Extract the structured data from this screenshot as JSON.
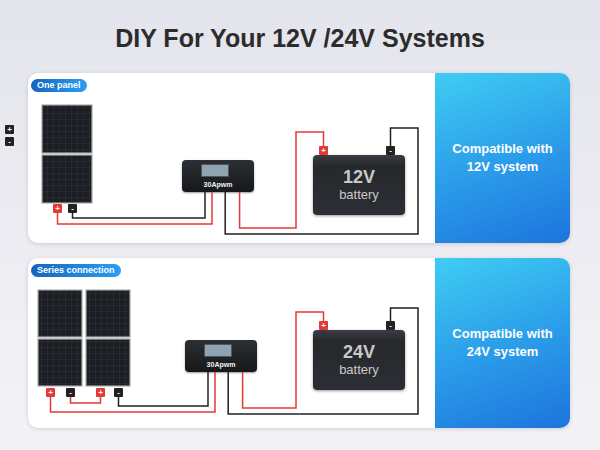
{
  "diagram": {
    "title": "DIY For Your 12V /24V Systems",
    "nodes": [
      {
        "text": [
          "One panel"
        ]
      },
      {
        "text": [
          "30Apwm"
        ],
        "in": 0
      },
      {
        "text": [
          "12V",
          "battery"
        ],
        "in": 0
      },
      {
        "text": [
          "Compatible with 12V system"
        ],
        "in": 0
      },
      {
        "text": [
          "Series connection"
        ]
      },
      {
        "text": [
          "30Apwm"
        ],
        "in": 4
      },
      {
        "text": [
          "24V",
          "battery"
        ],
        "in": 4
      },
      {
        "text": [
          "Compatible with 24V system"
        ],
        "in": 4
      }
    ],
    "edges": [
      {
        "from": 1,
        "to": 2,
        "arrow": "none"
      },
      {
        "from": 1,
        "to": 2,
        "arrow": "none"
      },
      {
        "from": 5,
        "to": 6,
        "arrow": "none"
      },
      {
        "from": 5,
        "to": 6,
        "arrow": "none"
      }
    ],
    "labels": [
      "+",
      "-",
      "+",
      "-",
      "+",
      "-",
      "+",
      "-",
      "+",
      "-",
      "+",
      "-"
    ]
  }
}
